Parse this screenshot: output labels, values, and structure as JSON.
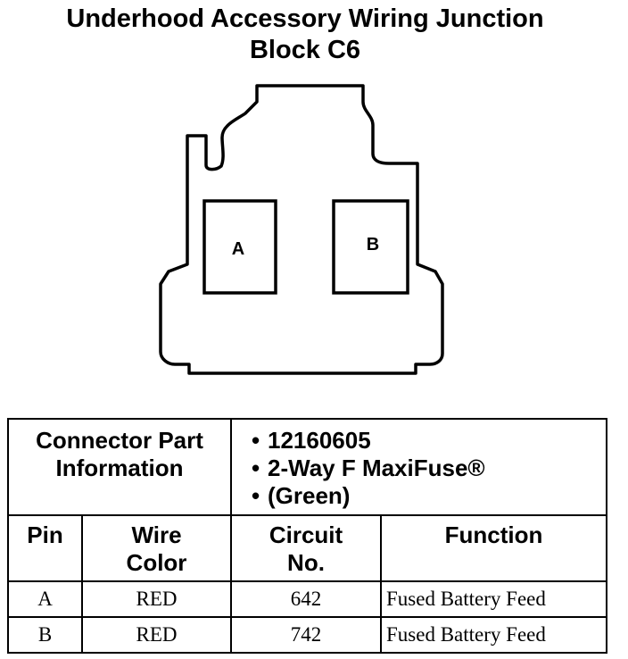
{
  "title": {
    "line1": "Underhood Accessory Wiring Junction",
    "line2": "Block C6"
  },
  "connector": {
    "cavities": [
      {
        "label": "A"
      },
      {
        "label": "B"
      }
    ]
  },
  "table": {
    "info_label_line1": "Connector Part",
    "info_label_line2": "Information",
    "info_bullets": [
      "12160605",
      "2-Way F MaxiFuse®",
      "(Green)"
    ],
    "headers": {
      "pin": "Pin",
      "wire_color_line1": "Wire",
      "wire_color_line2": "Color",
      "circuit_line1": "Circuit",
      "circuit_line2": "No.",
      "function": "Function"
    },
    "rows": [
      {
        "pin": "A",
        "wire_color": "RED",
        "circuit": "642",
        "function": "Fused Battery Feed"
      },
      {
        "pin": "B",
        "wire_color": "RED",
        "circuit": "742",
        "function": "Fused Battery Feed"
      }
    ]
  }
}
